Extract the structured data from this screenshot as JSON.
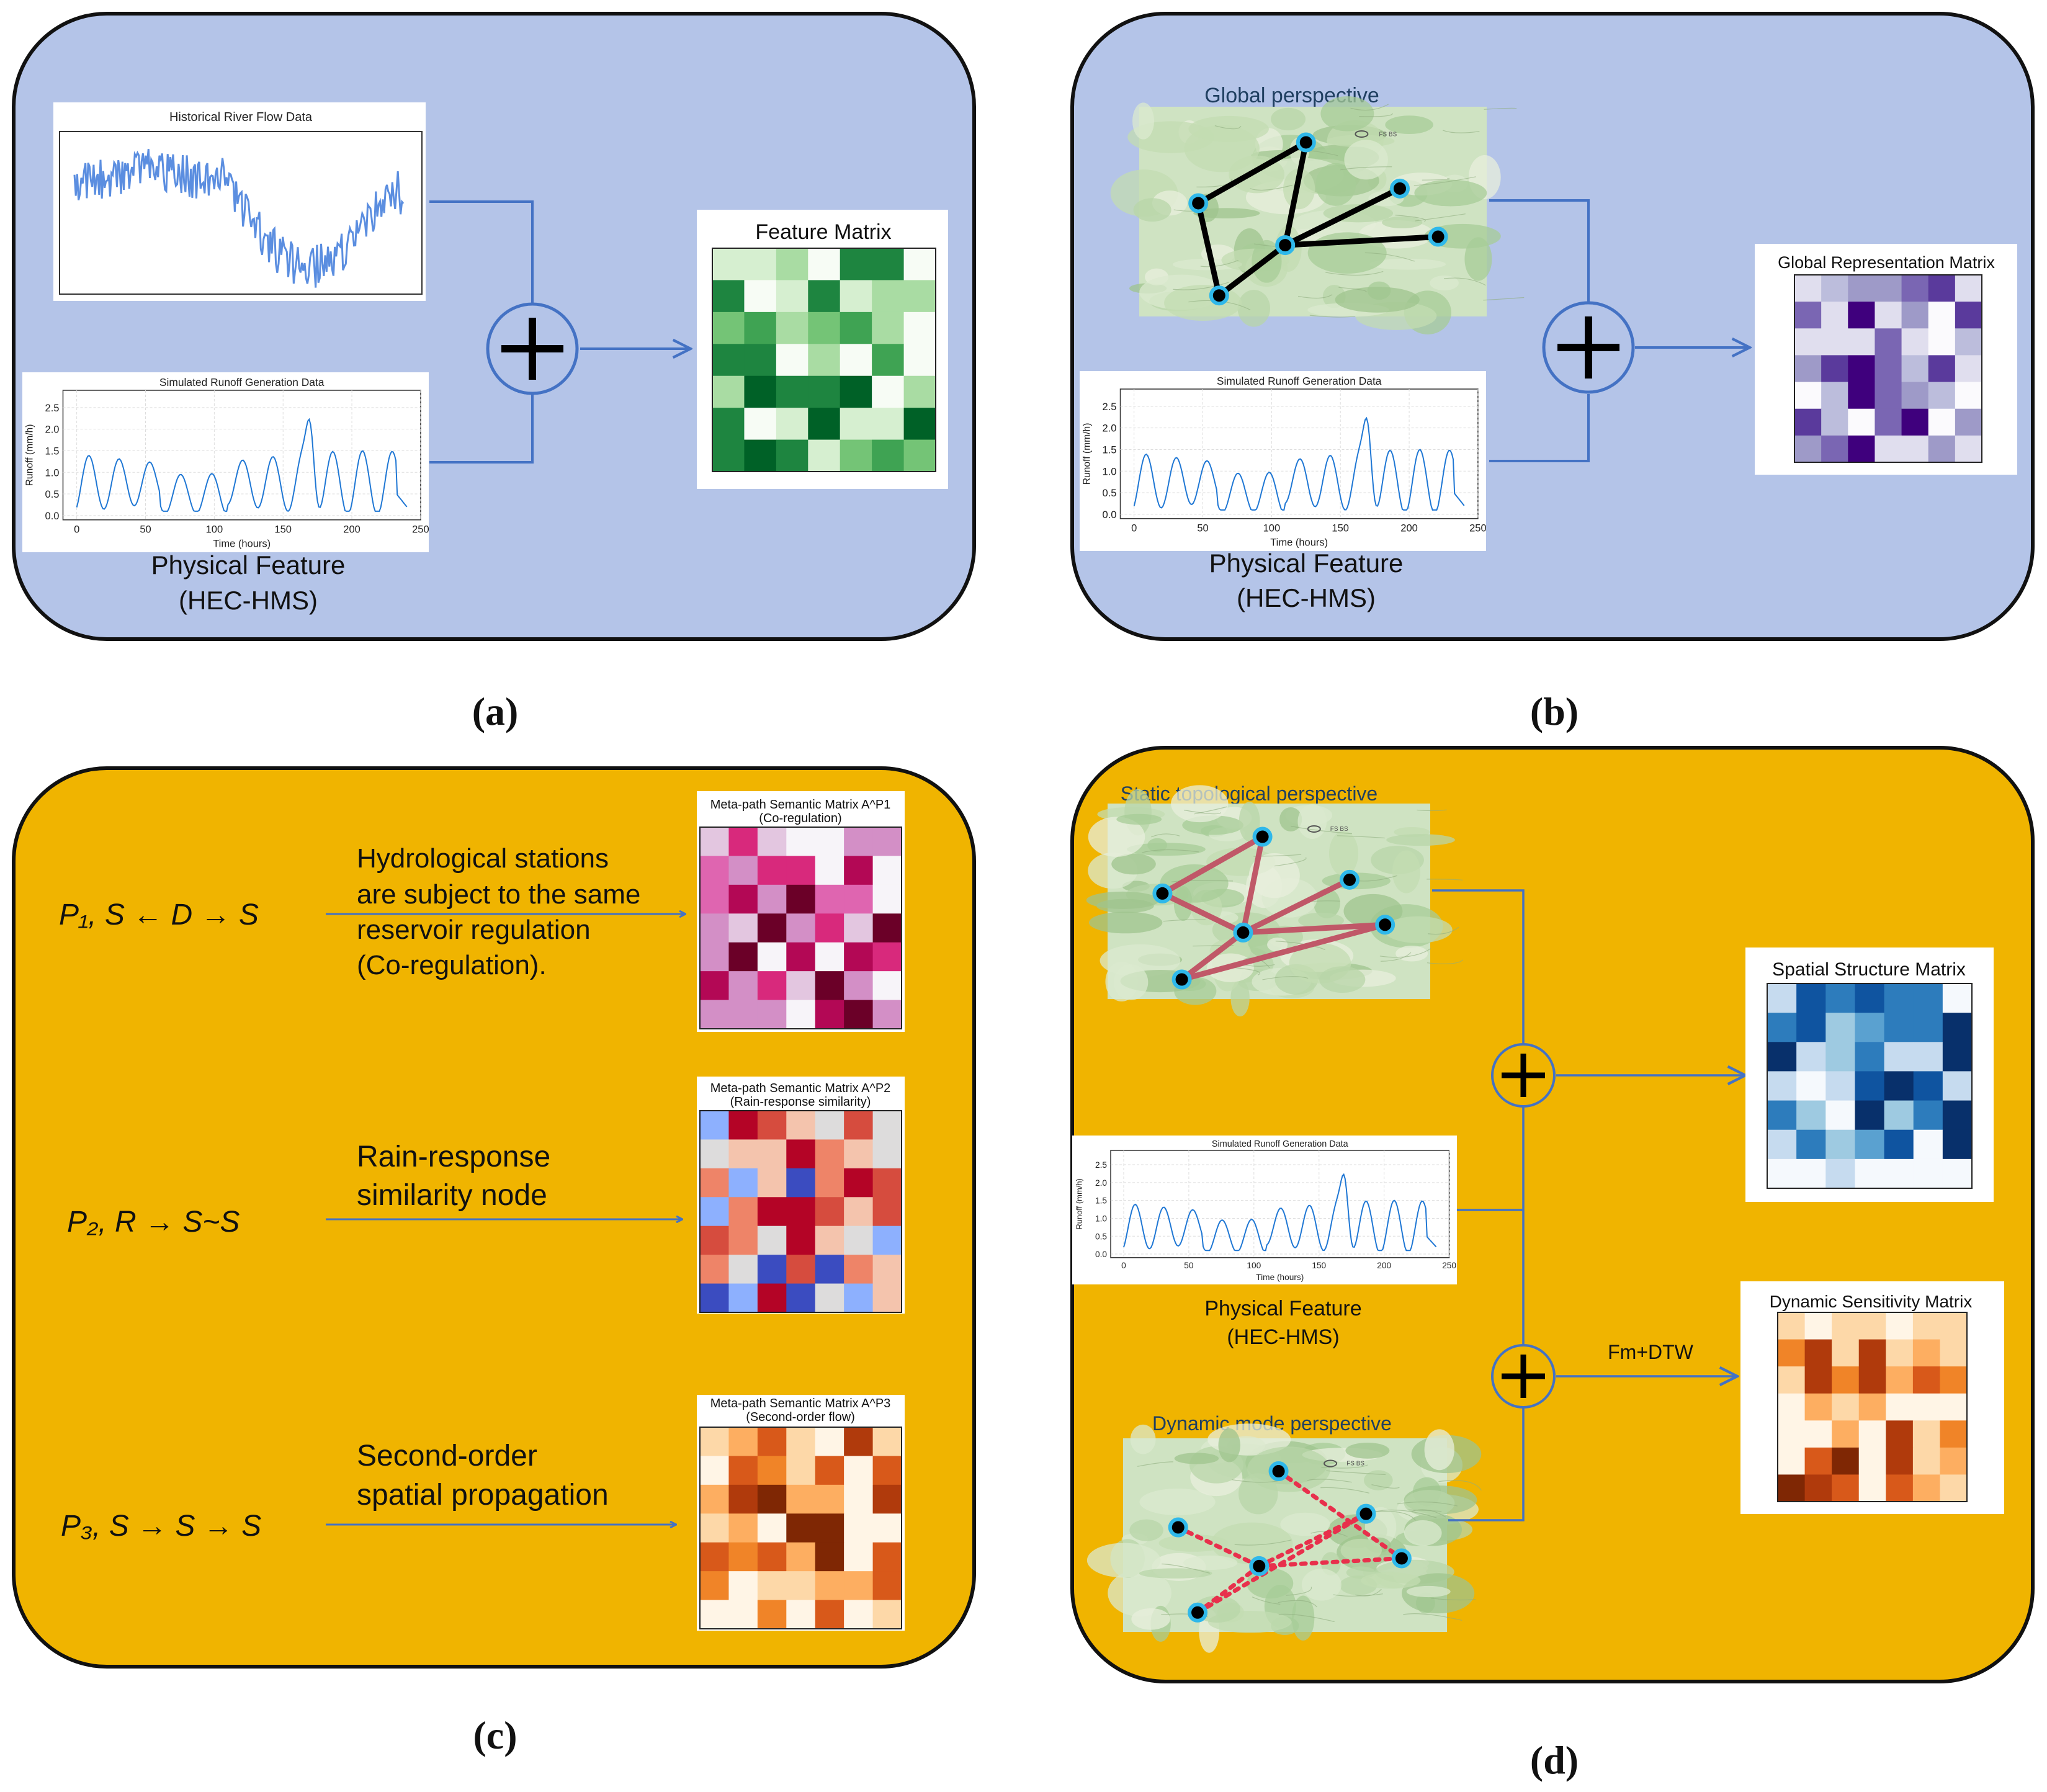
{
  "panels": {
    "a": {
      "tag": "(a)",
      "flow_chart": {
        "title": "Historical River Flow Data"
      },
      "runoff_chart": {
        "title": "Simulated Runoff Generation Data",
        "ylabel": "Runoff (mm/h)",
        "xlabel": "Time (hours)"
      },
      "physical_label": "Physical Feature",
      "physical_sub": "(HEC-HMS)",
      "matrix": {
        "title": "Feature Matrix",
        "palette": "greens"
      }
    },
    "b": {
      "tag": "(b)",
      "map_title": "Global perspective",
      "runoff_chart": {
        "title": "Simulated Runoff Generation Data",
        "ylabel": "Runoff (mm/h)",
        "xlabel": "Time (hours)"
      },
      "physical_label": "Physical Feature",
      "physical_sub": "(HEC-HMS)",
      "matrix": {
        "title": "Global Representation Matrix",
        "palette": "purples"
      }
    },
    "c": {
      "tag": "(c)",
      "rows": [
        {
          "path": "P₁,   S ← D → S",
          "desc": [
            "Hydrological stations",
            "are subject to the same",
            "reservoir regulation",
            "(Co-regulation)."
          ],
          "matrix_title": "Meta-path Semantic Matrix A^P1",
          "matrix_sub": "(Co-regulation)",
          "palette": "pinks"
        },
        {
          "path": "P₂,   R → S~S",
          "desc": [
            "Rain-response",
            "similarity node"
          ],
          "matrix_title": "Meta-path Semantic Matrix A^P2",
          "matrix_sub": "(Rain-response similarity)",
          "palette": "coolwarm"
        },
        {
          "path": "P₃,   S → S → S",
          "desc": [
            "Second-order",
            "spatial propagation"
          ],
          "matrix_title": "Meta-path Semantic Matrix A^P3",
          "matrix_sub": "(Second-order flow)",
          "palette": "oranges"
        }
      ]
    },
    "d": {
      "tag": "(d)",
      "static_title": "Static topological perspective",
      "dynamic_title": "Dynamic mode perspective",
      "runoff_chart": {
        "title": "Simulated Runoff Generation Data",
        "ylabel": "Runoff (mm/h)",
        "xlabel": "Time (hours)"
      },
      "physical_label": "Physical Feature",
      "physical_sub": "(HEC-HMS)",
      "spatial_matrix": {
        "title": "Spatial Structure Matrix",
        "palette": "blues"
      },
      "dynamic_matrix": {
        "title": "Dynamic Sensitivity Matrix",
        "palette": "oranges"
      },
      "edge_label": "Fm+DTW"
    }
  },
  "runoff_axis": {
    "y_ticks": [
      "0.0",
      "0.5",
      "1.0",
      "1.5",
      "2.0",
      "2.5"
    ],
    "x_ticks": [
      "0",
      "50",
      "100",
      "150",
      "200",
      "250"
    ]
  },
  "map_labels": {
    "mark1": "~",
    "mark2": "FS BS"
  },
  "colors": {
    "panel_blue": "#b4c4e8",
    "panel_gold": "#f0b400",
    "connector": "#4472c4",
    "node_fill": "#000000",
    "node_ring": "#2fb8ea",
    "edge_black": "#000000",
    "edge_static": "#c05868",
    "edge_dynamic": "#e8304c",
    "runoff_line": "#1f77d4",
    "flow_line": "#5b8ee0"
  }
}
